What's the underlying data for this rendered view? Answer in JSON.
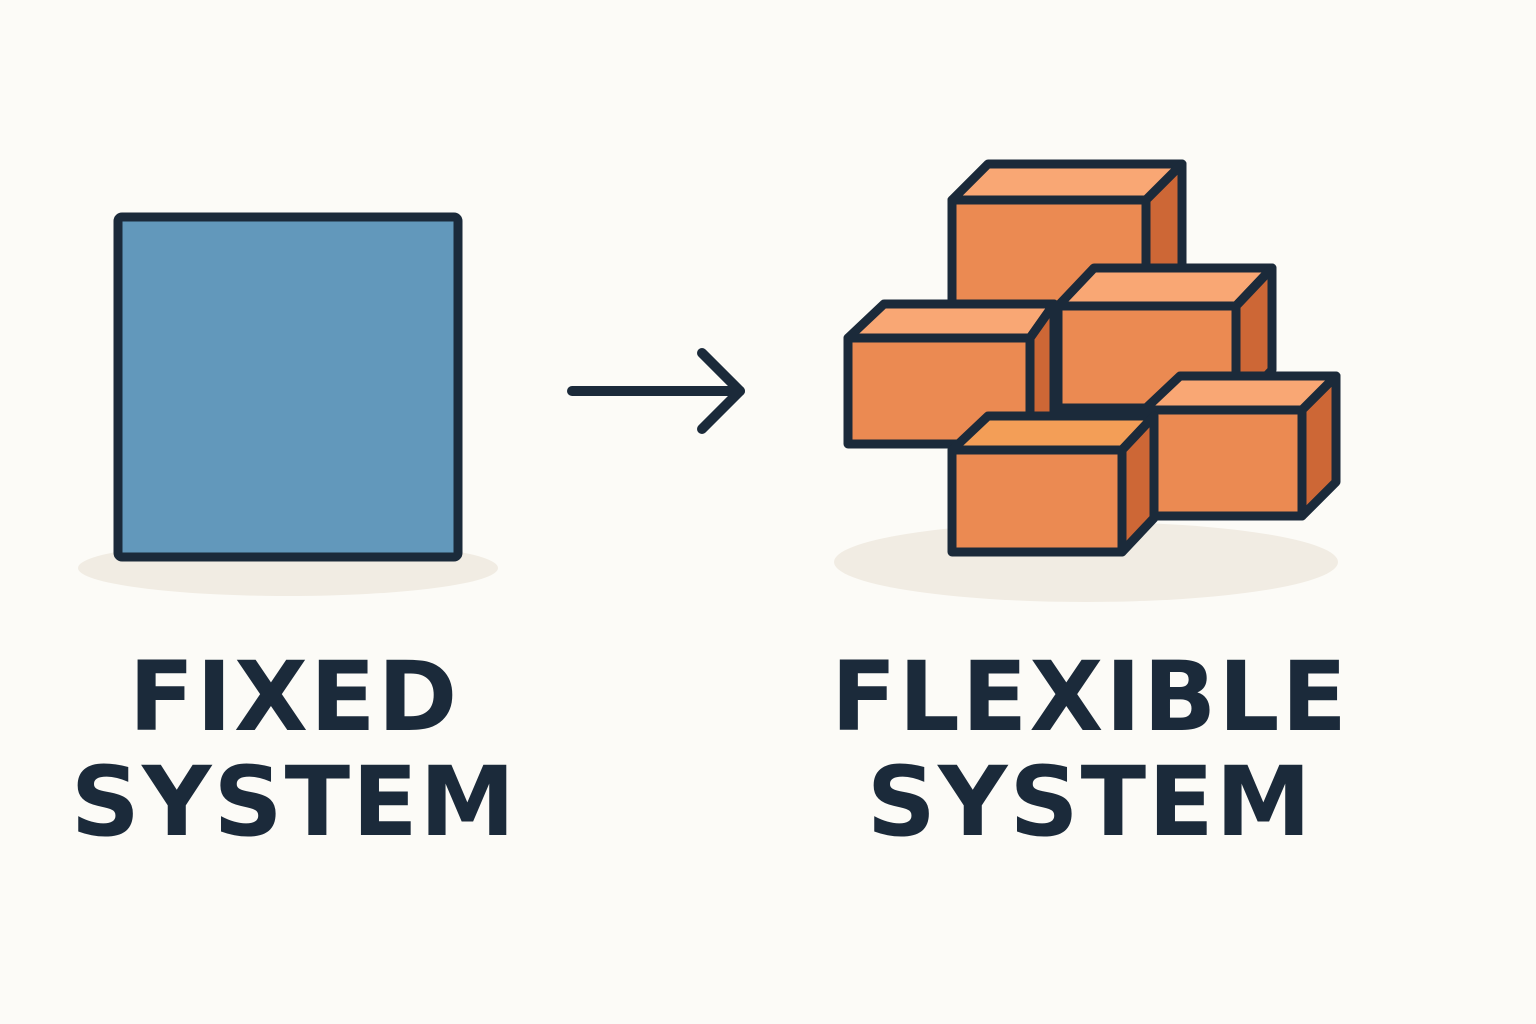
{
  "panels": {
    "fixed": {
      "line1": "FIXED",
      "line2": "SYSTEM",
      "icon": "solid-block-icon",
      "fill_color": "#6298BB"
    },
    "flexible": {
      "line1": "FLEXIBLE",
      "line2": "SYSTEM",
      "icon": "stacked-bricks-icon",
      "front_color": "#EB8A52",
      "top_color": "#F9A774",
      "side_color": "#CD6736"
    },
    "connector": {
      "icon": "arrow-right-icon"
    }
  },
  "colors": {
    "background": "#FCFBF7",
    "outline": "#1B2A3A",
    "shadow": "#F1ECE3"
  }
}
